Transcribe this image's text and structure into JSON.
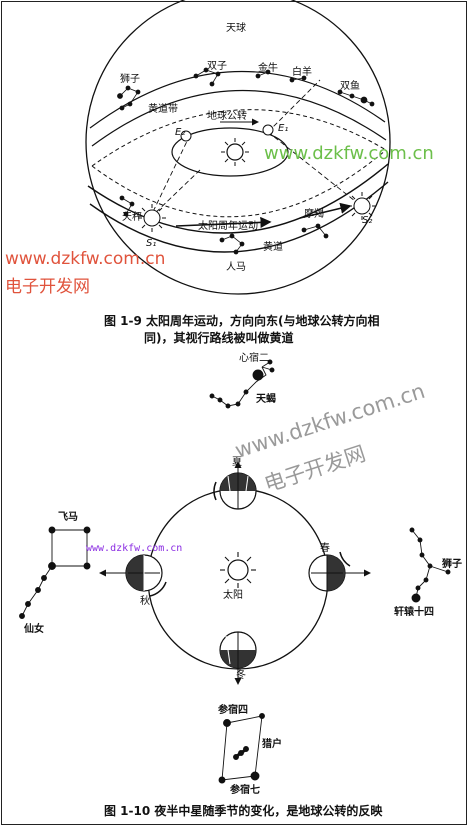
{
  "fig19": {
    "labels": {
      "celestial_sphere": "天球",
      "leo": "狮子",
      "gemini": "双子",
      "taurus": "金牛",
      "aries": "白羊",
      "pisces": "双鱼",
      "zodiac": "黄道带",
      "earth_revolution": "地球公转",
      "e1": "E₁",
      "e2": "E₂",
      "libra": "天秤",
      "sun_annual_motion": "太阳周年运动",
      "capricorn": "摩羯",
      "ecliptic": "黄道",
      "sagittarius": "人马",
      "s1": "S₁",
      "s2": "S₂"
    },
    "caption_line1": "图 1-9  太阳周年运动，方向向东(与地球公转方向相",
    "caption_line2": "同)，其视行路线被叫做黄道"
  },
  "scorpius": {
    "star_label": "心宿二",
    "name": "天蝎"
  },
  "fig110": {
    "labels": {
      "summer": "夏",
      "autumn": "秋",
      "spring": "春",
      "winter": "冬",
      "sun": "太阳",
      "pegasus": "飞马",
      "andromeda": "仙女",
      "leo": "狮子",
      "regulus": "轩辕十四",
      "betelgeuse": "参宿四",
      "orion": "猎户",
      "rigel": "参宿七"
    },
    "caption": "图 1-10  夜半中星随季节的变化，是地球公转的反映"
  },
  "watermarks": {
    "url_green": "www.dzkfw.com.cn",
    "url_red": "www.dzkfw.com.cn",
    "cn_red": "电子开发网",
    "url_gray": "www.dzkfw.com.cn",
    "cn_gray": "电子开发网",
    "url_small": "www.dzkfw.com.cn"
  }
}
